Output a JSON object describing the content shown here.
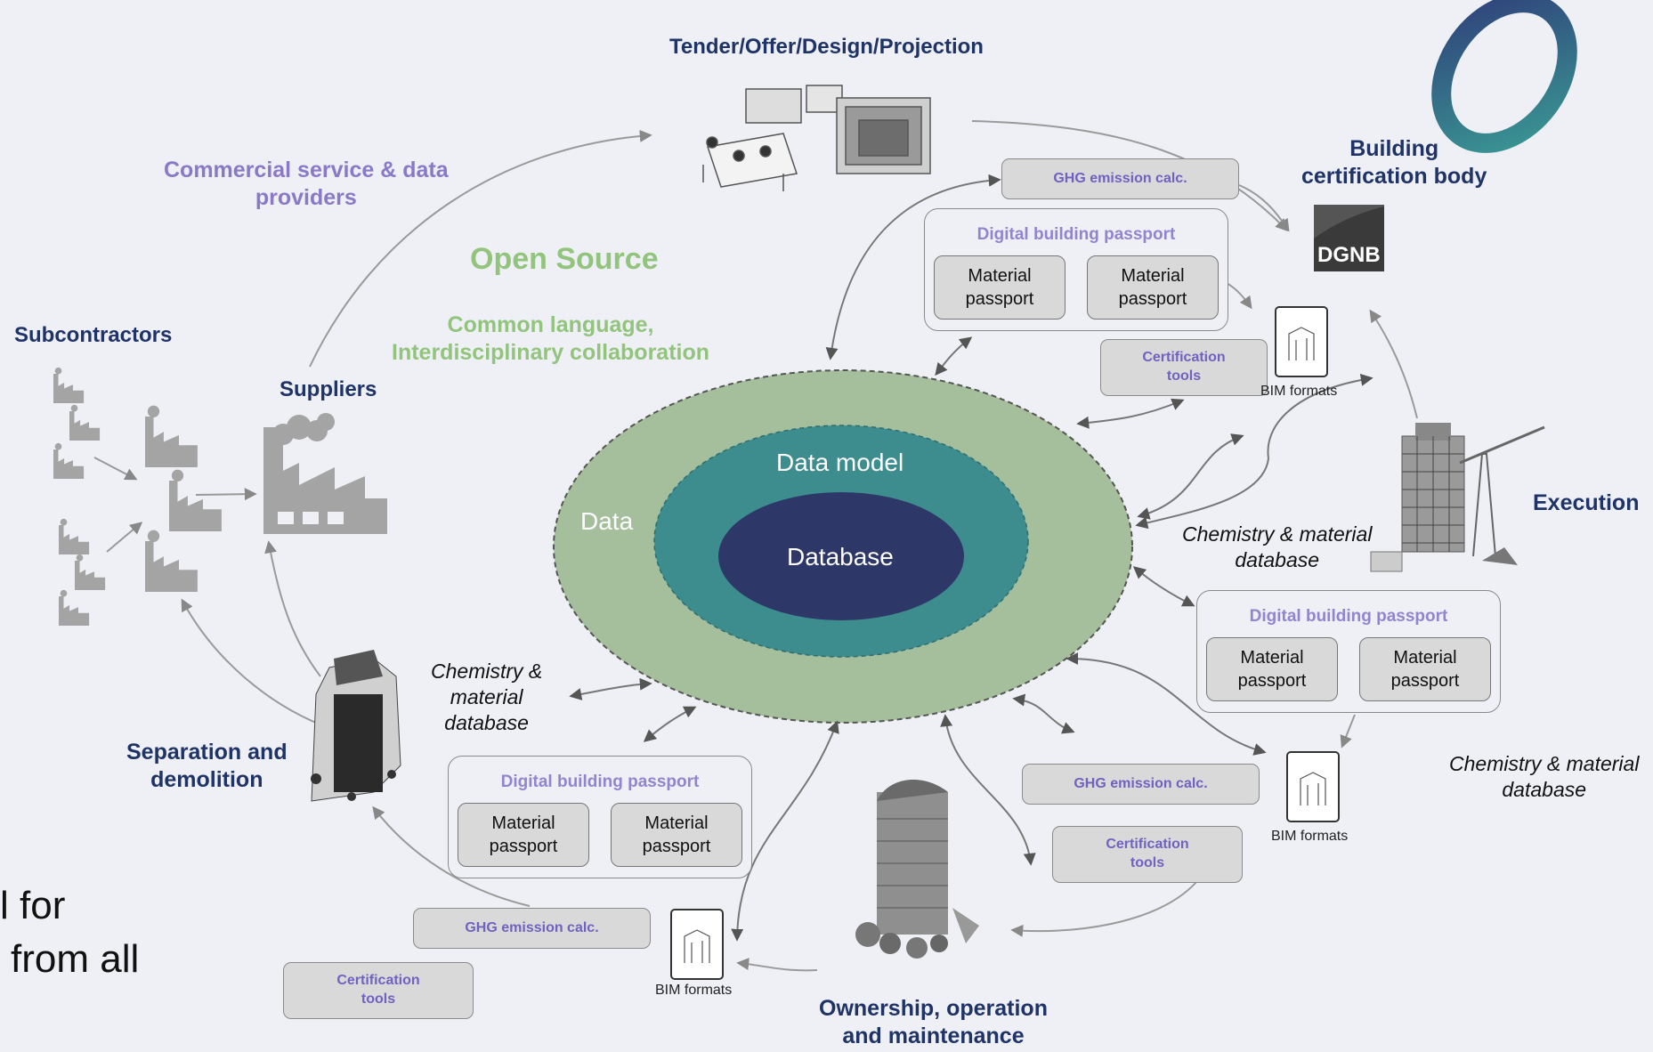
{
  "headings": {
    "tender": "Tender/Offer/Design/Projection",
    "commercial": "Commercial service & data\nproviders",
    "open_source": "Open Source",
    "common_language": "Common language,\nInterdisciplinary collaboration",
    "subcontractors": "Subcontractors",
    "suppliers": "Suppliers",
    "certification_body": "Building\ncertification body",
    "execution": "Execution",
    "separation": "Separation and\ndemolition",
    "ownership": "Ownership, operation\nand maintenance"
  },
  "core": {
    "outer": "Data",
    "middle": "Data model",
    "inner": "Database"
  },
  "chem_db": {
    "right": "Chemistry & material\ndatabase",
    "far_right": "Chemistry & material\ndatabase",
    "left": "Chemistry &\nmaterial\ndatabase"
  },
  "tools": {
    "ghg": "GHG emission calc.",
    "cert": "Certification\ntools",
    "bim": "BIM formats"
  },
  "passport": {
    "title": "Digital building passport",
    "material": "Material\npassport"
  },
  "dgnb_logo": "DGNB",
  "cutoff_text": {
    "line1": "l for",
    "line2": "from all"
  },
  "colors": {
    "navy": "#1f3367",
    "purple": "#8a79c6",
    "green": "#93c47d",
    "outer_ellipse": "#a5be9b",
    "middle_ellipse": "#3d8c8e",
    "inner_ellipse": "#2e3868",
    "box_fill": "#d9d9d9"
  }
}
